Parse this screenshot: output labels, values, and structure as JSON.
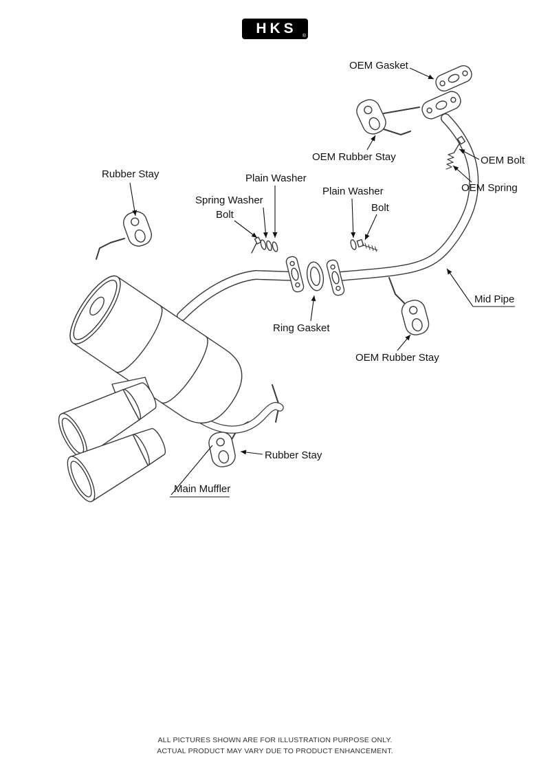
{
  "logo": {
    "text": "HKS",
    "registered_mark": "®"
  },
  "diagram": {
    "labels": {
      "oem_gasket": "OEM Gasket",
      "oem_rubber_stay_top": "OEM Rubber Stay",
      "oem_bolt": "OEM Bolt",
      "oem_spring": "OEM Spring",
      "rubber_stay_left": "Rubber Stay",
      "plain_washer_left": "Plain Washer",
      "spring_washer": "Spring Washer",
      "bolt_left": "Bolt",
      "plain_washer_right": "Plain Washer",
      "bolt_right": "Bolt",
      "ring_gasket": "Ring Gasket",
      "mid_pipe": "Mid Pipe",
      "oem_rubber_stay_bottom": "OEM Rubber Stay",
      "rubber_stay_bottom": "Rubber Stay",
      "main_muffler": "Main Muffler"
    }
  },
  "footer": {
    "line1": "ALL PICTURES SHOWN ARE FOR ILLUSTRATION PURPOSE ONLY.",
    "line2": "ACTUAL PRODUCT MAY VARY DUE TO PRODUCT ENHANCEMENT."
  }
}
